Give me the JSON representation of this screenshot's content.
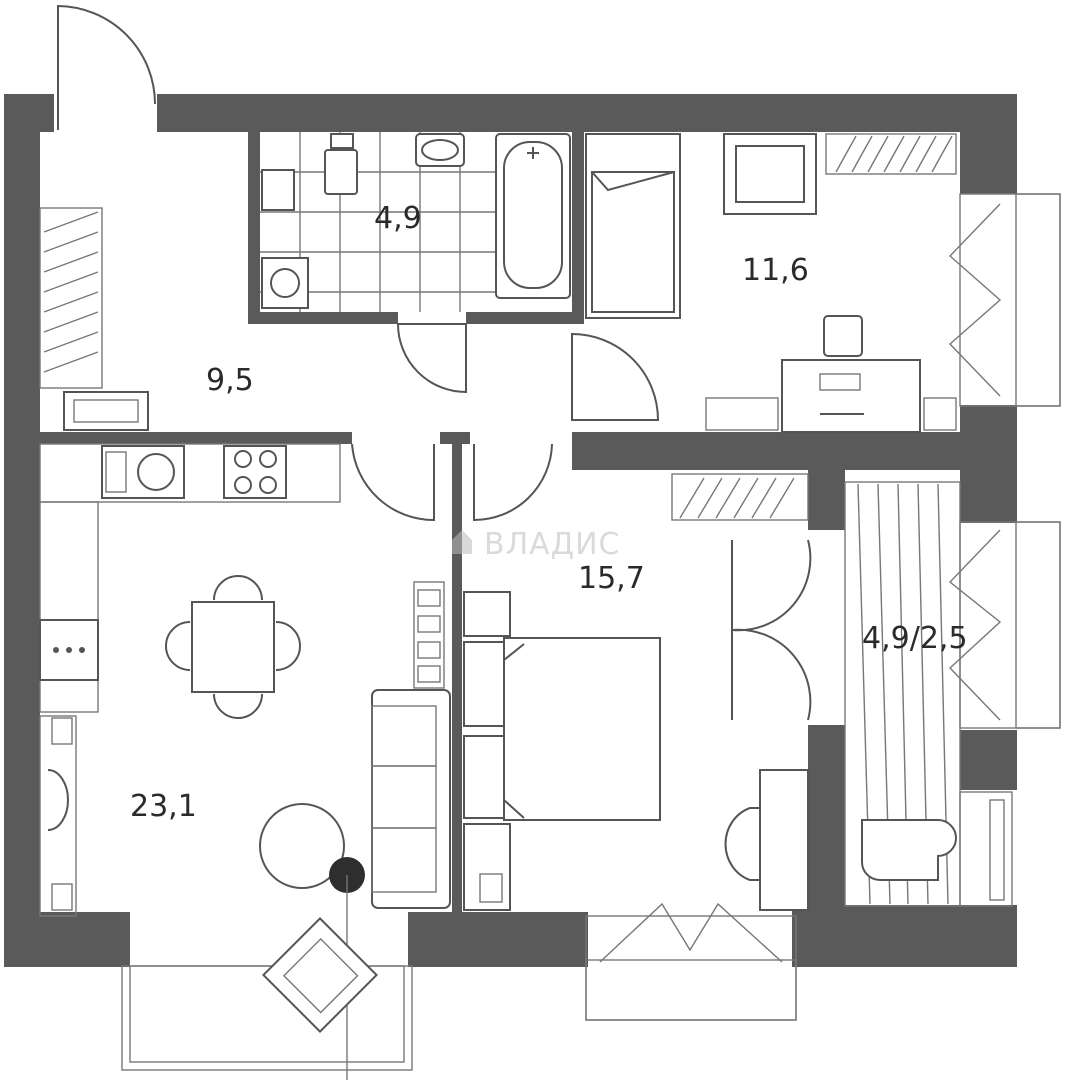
{
  "rooms": {
    "bathroom": {
      "area": "4,9"
    },
    "bedroom_small": {
      "area": "11,6"
    },
    "hallway": {
      "area": "9,5"
    },
    "bedroom_main": {
      "area": "15,7"
    },
    "balcony": {
      "area": "4,9/2,5"
    },
    "kitchen_living": {
      "area": "23,1"
    }
  },
  "watermark": {
    "text": "ВЛАДИС"
  },
  "colors": {
    "wall": "#5a5a5a",
    "line": "#555555",
    "background": "#ffffff"
  }
}
